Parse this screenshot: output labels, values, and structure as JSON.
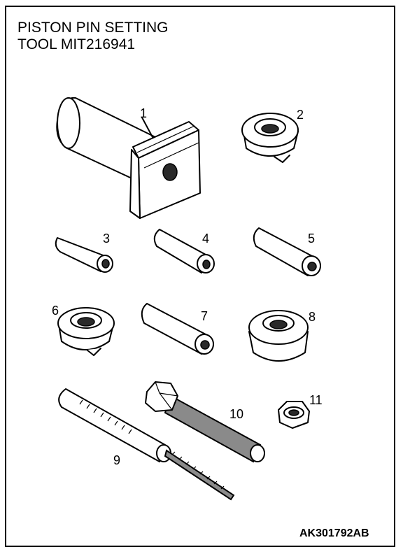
{
  "title": {
    "line1": "PISTON PIN SETTING",
    "line2": "TOOL MIT216941"
  },
  "figure_code": "AK301792AB",
  "parts": [
    {
      "label": "1"
    },
    {
      "label": "2"
    },
    {
      "label": "3"
    },
    {
      "label": "4"
    },
    {
      "label": "5"
    },
    {
      "label": "6"
    },
    {
      "label": "7"
    },
    {
      "label": "8"
    },
    {
      "label": "9"
    },
    {
      "label": "10"
    },
    {
      "label": "11"
    }
  ]
}
